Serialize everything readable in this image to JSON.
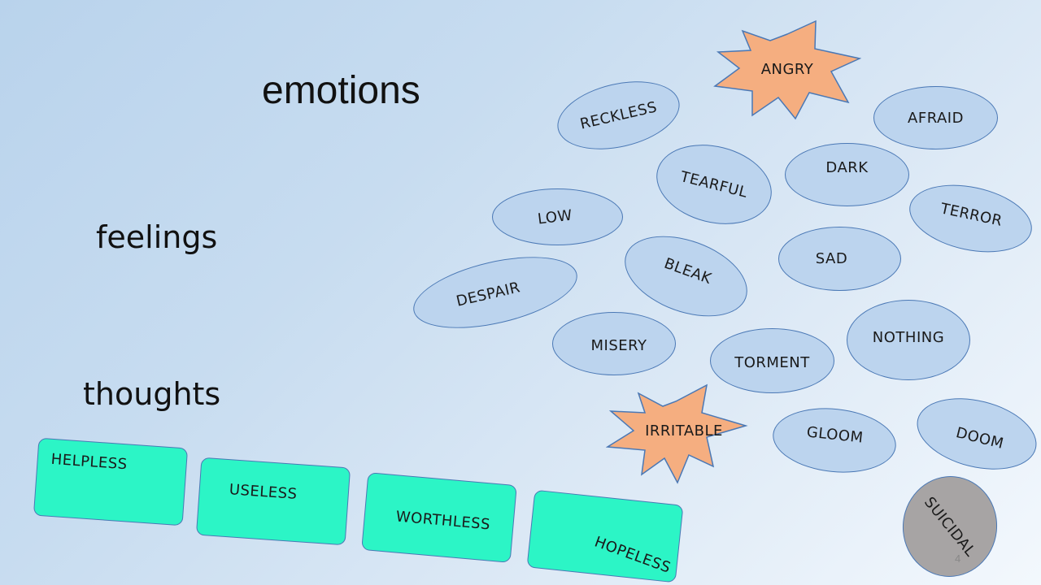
{
  "headings": {
    "emotions": "emotions",
    "feelings": "feelings",
    "thoughts": "thoughts"
  },
  "feeling_words": [
    "RECKLESS",
    "AFRAID",
    "DARK",
    "TEARFUL",
    "TERROR",
    "LOW",
    "SAD",
    "BLEAK",
    "DESPAIR",
    "NOTHING",
    "MISERY",
    "TORMENT",
    "GLOOM",
    "DOOM"
  ],
  "special_words": {
    "angry": "ANGRY",
    "irritable": "IRRITABLE",
    "suicidal": "SUICIDAL"
  },
  "thought_words": [
    "HELPLESS",
    "USELESS",
    "WORTHLESS",
    "HOPELESS"
  ],
  "page_number": "4",
  "colors": {
    "oval_fill": "#bcd4ee",
    "oval_border": "#4a78b5",
    "star_fill": "#f5ae80",
    "rect_fill": "#2cf5c6",
    "suicidal_fill": "#a7a4a4"
  }
}
